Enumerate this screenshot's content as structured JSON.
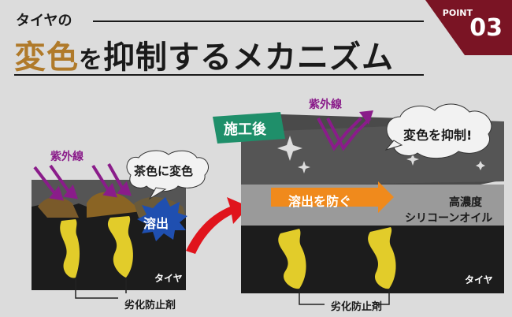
{
  "header": {
    "subtitle": "タイヤの",
    "title_accent": "変色",
    "title_mid": "を",
    "title_rest": "抑制するメカニズム",
    "point_label": "POINT",
    "point_number": "03"
  },
  "left_panel": {
    "uv_label": "紫外線",
    "bubble_text": "茶色に変色",
    "burst_text": "溶出",
    "tire_label": "タイヤ",
    "agent_label": "劣化防止剤"
  },
  "right_panel": {
    "ribbon_text": "施工後",
    "uv_label": "紫外線",
    "bubble_text": "変色を抑制!",
    "arrow_text": "溶出を防ぐ",
    "oil_line1": "高濃度",
    "oil_line2": "シリコーンオイル",
    "tire_label": "タイヤ",
    "agent_label": "劣化防止剤"
  },
  "colors": {
    "accent_brown": "#b07a2a",
    "corner_maroon": "#7a1424",
    "uv_purple": "#8a1c8a",
    "agent_yellow": "#e2cc2a",
    "ribbon_green": "#1f8f6a",
    "arrow_orange": "#f08a1c",
    "transfer_red": "#e0141c",
    "burst_blue": "#1f4fb0"
  }
}
